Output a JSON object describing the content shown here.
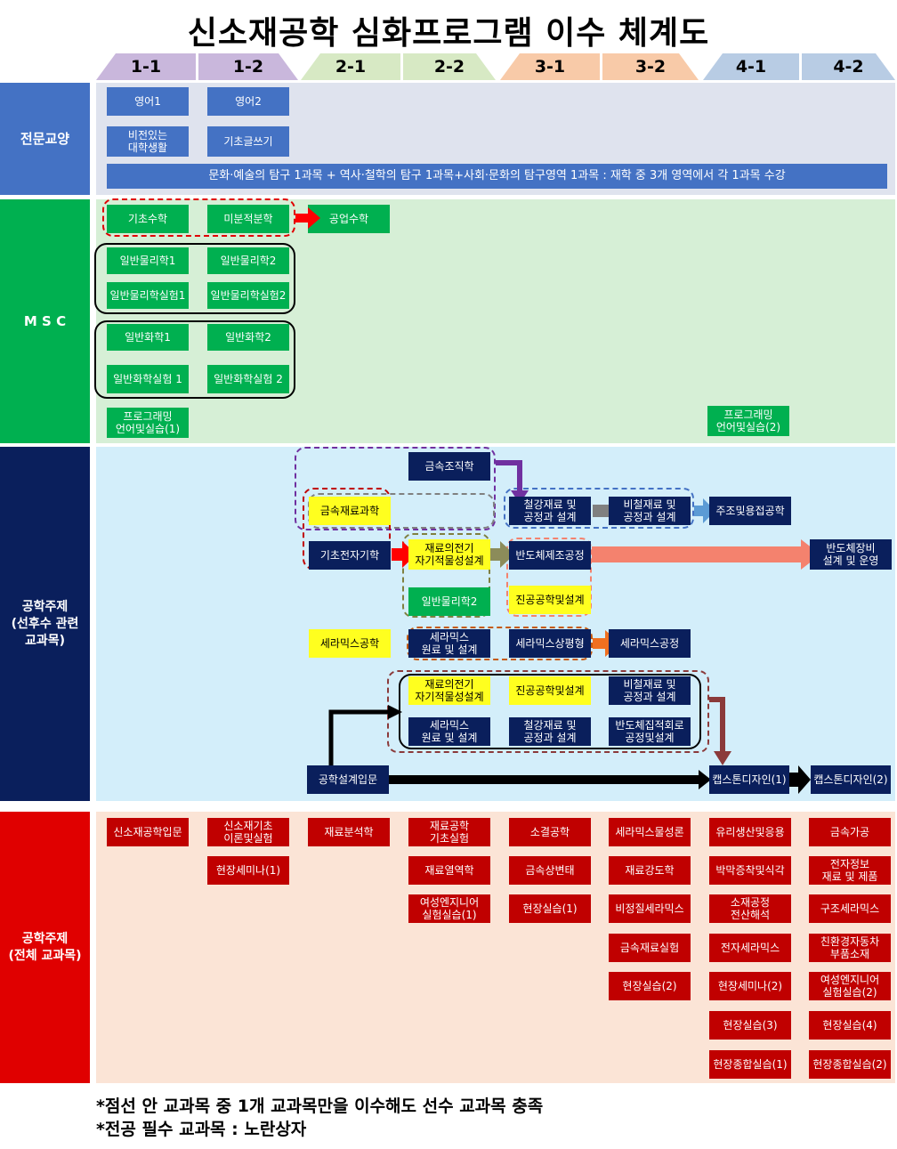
{
  "title": "신소재공학 심화프로그램 이수 체계도",
  "semesters": [
    "1-1",
    "1-2",
    "2-1",
    "2-2",
    "3-1",
    "3-2",
    "4-1",
    "4-2"
  ],
  "categories": {
    "liberal": "전문교양",
    "msc": "M S C",
    "prereq": "공학주제\n(선후수 관련\n교과목)",
    "all": "공학주제\n(전체 교과목)"
  },
  "liberal": {
    "english1": "영어1",
    "english2": "영어2",
    "college_life": "비전있는\n대학생활",
    "writing": "기초글쓰기",
    "electives": "문화·예술의 탐구 1과목 + 역사·철학의 탐구 1과목+사회·문화의 탐구영역 1과목 : 재학 중 3개 영역에서 각 1과목 수강"
  },
  "msc": {
    "basic_math": "기초수학",
    "calculus": "미분적분학",
    "eng_math": "공업수학",
    "physics1": "일반물리학1",
    "physics2": "일반물리학2",
    "physics_lab1": "일반물리학실험1",
    "physics_lab2": "일반물리학실험2",
    "chem1": "일반화학1",
    "chem2": "일반화학2",
    "chem_lab1": "일반화학실험 1",
    "chem_lab2": "일반화학실험 2",
    "prog1": "프로그래밍\n언어및실습(1)",
    "prog2": "프로그래밍\n언어및실습(2)"
  },
  "prereq": {
    "metal_structure": "금속조직학",
    "metal_science": "금속재료과학",
    "steel_process": "철강재료 및\n공정과 설계",
    "nonferrous": "비철재료 및\n공정과 설계",
    "casting_welding": "주조및용접공학",
    "basic_electro": "기초전자기학",
    "electromagnetic": "재료의전기\n자기적물성설계",
    "semi_process": "반도체제조공정",
    "semi_equipment": "반도체장비\n설계 및 운영",
    "physics2": "일반물리학2",
    "vacuum": "진공공학및설계",
    "ceramics": "세라믹스공학",
    "ceramic_raw": "세라믹스\n원료 및 설계",
    "ceramic_phase": "세라믹스상평형",
    "ceramic_process": "세라믹스공정",
    "d_electromagnetic": "재료의전기\n자기적물성설계",
    "d_vacuum": "진공공학및설계",
    "d_nonferrous": "비철재료 및\n공정과 설계",
    "d_ceramic_raw": "세라믹스\n원료 및 설계",
    "d_steel": "철강재료 및\n공정과 설계",
    "d_ic": "반도체집적회로\n공정및설계",
    "intro_design": "공학설계입문",
    "capstone1": "캡스톤디자인(1)",
    "capstone2": "캡스톤디자인(2)"
  },
  "all_courses": {
    "s11": [
      "신소재공학입문"
    ],
    "s12": [
      "신소재기초\n이론및실험",
      "현장세미나(1)"
    ],
    "s21": [
      "재료분석학"
    ],
    "s22": [
      "재료공학\n기초실험",
      "재료열역학",
      "여성엔지니어\n실험실습(1)"
    ],
    "s31": [
      "소결공학",
      "금속상변태",
      "현장실습(1)"
    ],
    "s32": [
      "세라믹스물성론",
      "재료강도학",
      "비정질세라믹스",
      "금속재료실험",
      "현장실습(2)"
    ],
    "s41": [
      "유리생산및응용",
      "박막증착및식각",
      "소재공정\n전산해석",
      "전자세라믹스",
      "현장세미나(2)",
      "현장실습(3)",
      "현장종합실습(1)"
    ],
    "s42": [
      "금속가공",
      "전자정보\n재료 및 제품",
      "구조세라믹스",
      "친환경자동차\n부품소재",
      "여성엔지니어\n실험실습(2)",
      "현장실습(4)",
      "현장종합실습(2)"
    ]
  },
  "notes": {
    "line1": "*점선 안 교과목 중 1개 교과목만을 이수해도 선수 교과목 충족",
    "line2": "*전공 필수 교과목 : 노란상자"
  },
  "colors": {
    "liberal_band": "#dfe3ee",
    "msc_band": "#d6efd6",
    "prereq_band": "#d3eefa",
    "all_band": "#fbe4d6",
    "liberal_header": "#4472c4",
    "msc_header": "#00b050",
    "prereq_header": "#0a1f5c",
    "all_header": "#e00000",
    "required_yellow": "#ffff1f"
  }
}
